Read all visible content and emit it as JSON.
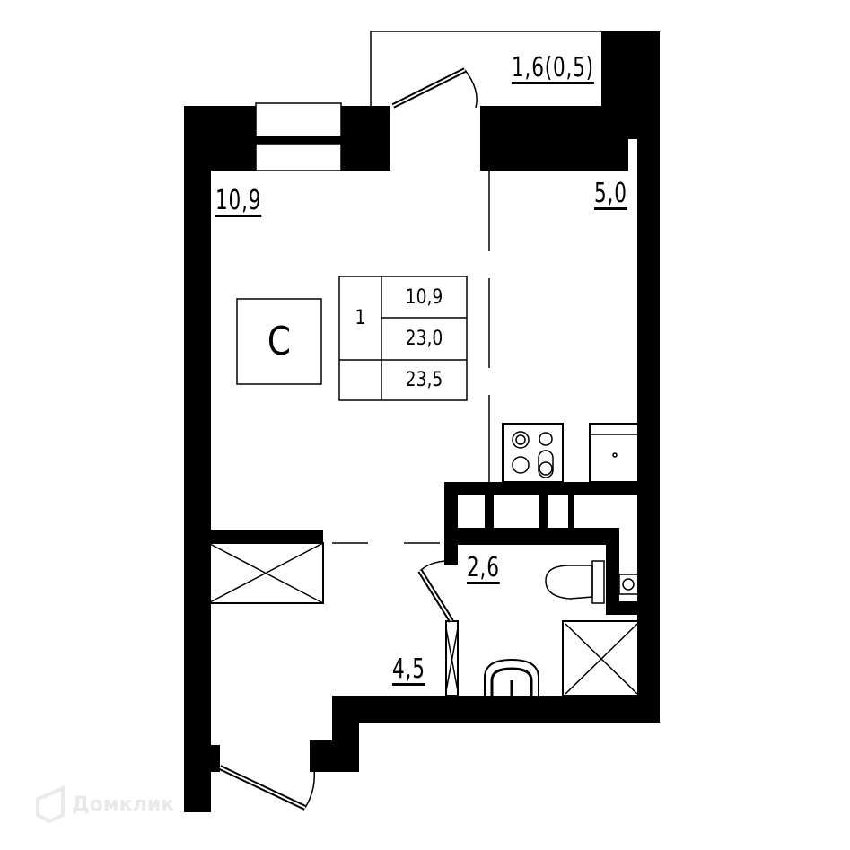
{
  "floor_plan": {
    "type_label": "C",
    "summary_table": {
      "rooms": "1",
      "living_area": "10,9",
      "total_area": "23,0",
      "total_area_with_balcony": "23,5"
    },
    "areas": {
      "balcony": "1,6(0,5)",
      "room": "10,9",
      "kitchen": "5,0",
      "bathroom": "2,6",
      "hallway": "4,5"
    }
  },
  "watermark": "Домклик",
  "colors": {
    "wall": "#000000",
    "background": "#ffffff",
    "watermark": "#e9e9e9"
  }
}
